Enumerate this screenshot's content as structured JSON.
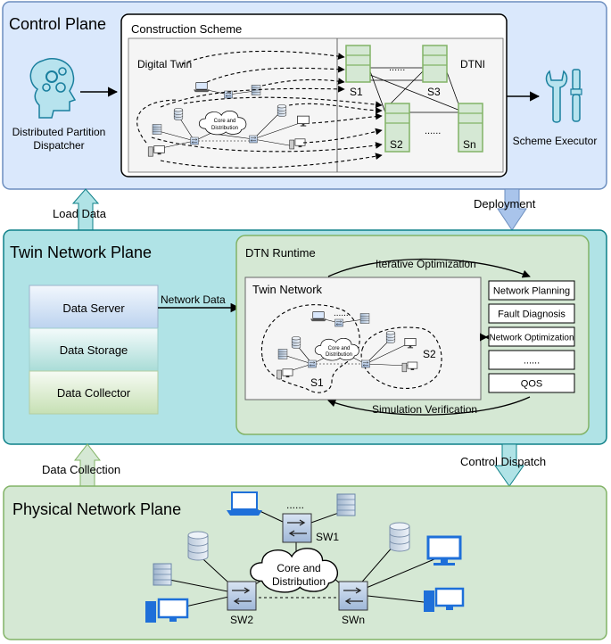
{
  "control_plane": {
    "title": "Control Plane",
    "construction_scheme": "Construction Scheme",
    "digital_twin": "Digital Twin",
    "dtni": "DTNI",
    "dispatcher_line1": "Distributed Partition",
    "dispatcher_line2": "Dispatcher",
    "scheme_executor": "Scheme Executor",
    "core_line1": "Core and",
    "core_line2": "Distribution",
    "servers": {
      "s1": "S1",
      "s2": "S2",
      "s3": "S3",
      "sn": "Sn",
      "dots": "......"
    }
  },
  "arrows": {
    "load_data": "Load Data",
    "deployment": "Deployment",
    "data_collection": "Data Collection",
    "control_dispatch": "Control Dispatch",
    "network_data": "Network Data"
  },
  "twin_plane": {
    "title": "Twin Network Plane",
    "data_server": "Data Server",
    "data_storage": "Data Storage",
    "data_collector": "Data Collector",
    "runtime_title": "DTN Runtime",
    "iterative_optimization": "Iterative Optimization",
    "simulation_verification": "Simulation Verification",
    "twin_network": "Twin Network",
    "core_line1": "Core and",
    "core_line2": "Distribution",
    "s1": "S1",
    "s2": "S2",
    "dots": "......",
    "functions": [
      "Network Planning",
      "Fault Diagnosis",
      "Network Optimization",
      "......",
      "QOS"
    ]
  },
  "physical_plane": {
    "title": "Physical Network Plane",
    "core_line1": "Core and",
    "core_line2": "Distribution",
    "sw1": "SW1",
    "sw2": "SW2",
    "swn": "SWn",
    "dots": "......"
  },
  "colors": {
    "control_bg": "#dae8fc",
    "control_border": "#6c8ebf",
    "twin_bg": "#b0e3e6",
    "twin_border": "#0e8088",
    "runtime_bg": "#d5e8d4",
    "physical_bg": "#d5e8d4",
    "physical_border": "#82b366",
    "server_green": "#82b366"
  }
}
